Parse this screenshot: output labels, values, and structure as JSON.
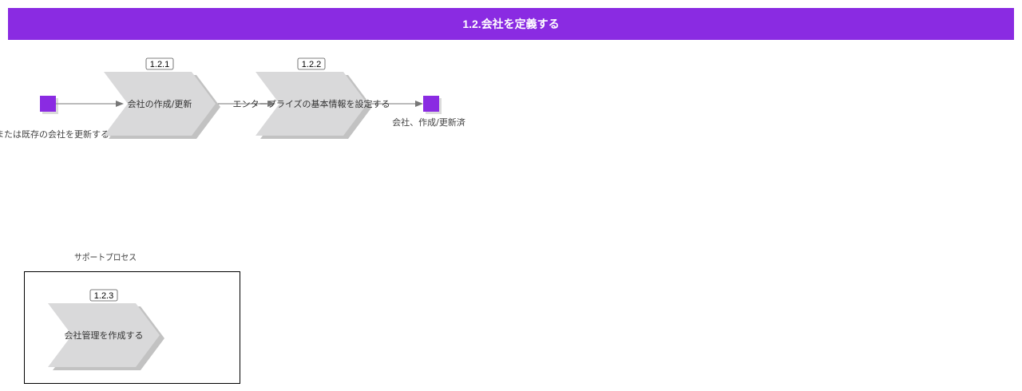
{
  "title": "1.2.会社を定義する",
  "colors": {
    "header": "#8A2BE2",
    "event": "#8A2BE2",
    "process_fill": "#D9D9DA",
    "process_shadow": "#C2C2C2",
    "arrow": "#777777",
    "frame": "#000000"
  },
  "events": [
    {
      "id": "start",
      "label": "新しい会社を作成または既存の会社を更新する必要がある場合"
    },
    {
      "id": "end",
      "label": "会社、作成/更新済"
    }
  ],
  "processes": [
    {
      "id": "1.2.1",
      "number": "1.2.1",
      "label": "会社の作成/更新"
    },
    {
      "id": "1.2.2",
      "number": "1.2.2",
      "label": "エンタープライズの基本情報を設定する"
    }
  ],
  "support_group": {
    "title": "サポートプロセス",
    "processes": [
      {
        "id": "1.2.3",
        "number": "1.2.3",
        "label": "会社管理を作成する"
      }
    ]
  }
}
